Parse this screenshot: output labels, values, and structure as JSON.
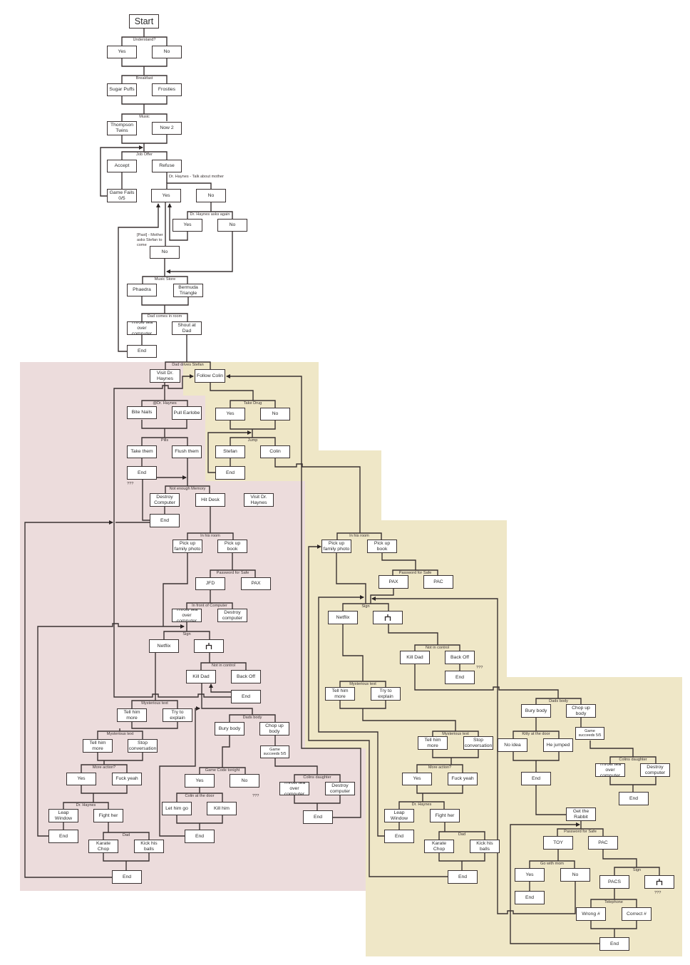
{
  "colors": {
    "pink_region": "#ecdcdc",
    "beige_region": "#efe7c7",
    "line": "#3a3232",
    "box_fill": "#ffffff"
  },
  "nodes": {
    "start": "Start",
    "und_yes": "Yes",
    "und_no": "No",
    "bf_sugar": "Sugar Puffs",
    "bf_frost": "Frosties",
    "mu_thompson": "Thompson Twins",
    "mu_now2": "Now 2",
    "job_accept": "Accept",
    "job_refuse": "Refuse",
    "game_fails": "Game Fails 0/5",
    "mo_yes": "Yes",
    "mo_no": "No",
    "again_yes": "Yes",
    "again_no": "No",
    "past_no": "No",
    "ms_phaedra": "Phaedra",
    "ms_bermuda": "Bermuda Triangle",
    "dr_throw": "Throw tea over computer",
    "dr_shout": "Shout at Dad",
    "end_1": "End",
    "visit": "Visit Dr. Haynes",
    "follow": "Follow Colin",
    "bite": "Bite Nails",
    "pull": "Pull Earlobe",
    "take": "Take them",
    "flush": "Flush them",
    "end_pills": "End",
    "destroy": "Destroy Computer",
    "hitdesk": "Hit Desk",
    "visit2": "Visit Dr. Haynes",
    "end_dc": "End",
    "td_yes": "Yes",
    "td_no": "No",
    "stefan": "Stefan",
    "colin": "Colin",
    "end_jump": "End",
    "l_photo": "Pick up family photo",
    "l_book": "Pick up book",
    "l_jfd": "JFD",
    "l_pax": "PAX",
    "l_throw": "Throw tea over computer",
    "l_destroy": "Destroy computer",
    "l_netflix": "Netflix",
    "l_sign": "",
    "l_kill": "Kill Dad",
    "l_backoff": "Back Off",
    "l_end_ctrl": "End",
    "l_tell1": "Tell him more",
    "l_try": "Try to explain",
    "l_tell2": "Tell him more",
    "l_stop": "Stop conversation",
    "l_yes": "Yes",
    "l_fuck": "Fuck yeah",
    "l_leap": "Leap Window",
    "l_fight": "Fight her",
    "l_end_leap": "End",
    "l_karate": "Karate Chop",
    "l_kick": "Kick his balls",
    "l_end_final": "End",
    "l_bury": "Bury body",
    "l_chop": "Chop up body",
    "l_game": "Game succeeds 5/5",
    "l_cd_throw": "Throw tea over computer",
    "l_cd_destroy": "Destroy computer",
    "l_end_cd": "End",
    "l_gc_yes": "Yes",
    "l_gc_no": "No",
    "l_letgo": "Let him go",
    "l_kill2": "Kill him",
    "l_end_colin": "End",
    "r_photo": "Pick up family photo",
    "r_book": "Pick up book",
    "r_pax": "PAX",
    "r_pac": "PAC",
    "r_netflix": "Netflix",
    "r_sign": "",
    "r_kill": "Kill Dad",
    "r_backoff": "Back Off",
    "r_end_ctrl": "End",
    "r_tell1": "Tell him more",
    "r_try": "Try to explain",
    "r_tell2": "Tell him more",
    "r_stop": "Stop conversation",
    "r_yes": "Yes",
    "r_fuck": "Fuck yeah",
    "r_leap": "Leap Window",
    "r_fight": "Fight her",
    "r_end_leap": "End",
    "r_karate": "Karate Chop",
    "r_kick": "Kick his balls",
    "r_end_final": "End",
    "r_bury": "Bury body",
    "r_chop": "Chop up body",
    "r_game": "Game succeeds 5/5",
    "r_noidea": "No idea",
    "r_jumped": "He jumped",
    "r_end_kitty": "End",
    "r_cd_throw": "Throw tea over computer",
    "r_cd_destroy": "Destroy computer",
    "r_end_cd": "End",
    "r_rabbit": "Get the Rabbit",
    "r_toy": "TOY",
    "r_pac2": "PAC",
    "r_gm_yes": "Yes",
    "r_gm_no": "No",
    "r_end_gm": "End",
    "r_pacs": "PACS",
    "r_sign2": "",
    "r_wrong": "Wrong #",
    "r_correct": "Correct #",
    "r_end_tel": "End"
  },
  "captions": {
    "understand": "Understand?",
    "breakfast": "Breakfast",
    "music": "Music",
    "job_offer": "Job Offer",
    "talk_mother": "Dr. Haynes - Talk about mother",
    "asks_again": "Dr. Haynes asks again",
    "music_store": "Music Store",
    "dad_room": "Dad comes in room",
    "dad_drives": "Dad drives Stefan",
    "at_haynes": "@Dr. Haynes",
    "pills": "Pills",
    "not_memory": "Not enough Memory",
    "take_drug": "Take Drug",
    "jump": "Jump",
    "room_l": "In his room",
    "pw_l": "Password for Safe",
    "front_comp": "In front of Computer",
    "sign_l": "Sign",
    "ctrl_l": "Not in control",
    "myst_l1": "Mysterious text",
    "myst_l2": "Mysterious text",
    "more_l": "More action?",
    "haynes_l": "Dr. Haynes",
    "dad_l": "Dad",
    "body_l": "Dads body",
    "gamecode": "Game Code tonight",
    "colin_door": "Colin at the door",
    "daughter_l": "Colins daughter",
    "room_r": "In his room",
    "pw_r": "Password for Safe",
    "sign_r": "Sign",
    "ctrl_r": "Not in control",
    "myst_r1": "Mysterious text",
    "myst_r2": "Mysterious text",
    "more_r": "More action?",
    "haynes_r": "Dr. Haynes",
    "dad_r": "Dad",
    "body_r": "Dads body",
    "kitty": "Kitty at the door",
    "daughter_r": "Colins daughter",
    "pw_rabbit": "Password for Safe",
    "gomom": "Go with mom",
    "sign_r2": "Sign",
    "telephone": "Telephone"
  },
  "notes": {
    "past": "[Past] - Mother asks Stefan to come",
    "q1": "???",
    "q2": "???",
    "q3": "???",
    "q4": "???"
  },
  "icons": {
    "sign_symbol": "sign-symbol-icon",
    "arrowhead": "arrow-icon"
  }
}
